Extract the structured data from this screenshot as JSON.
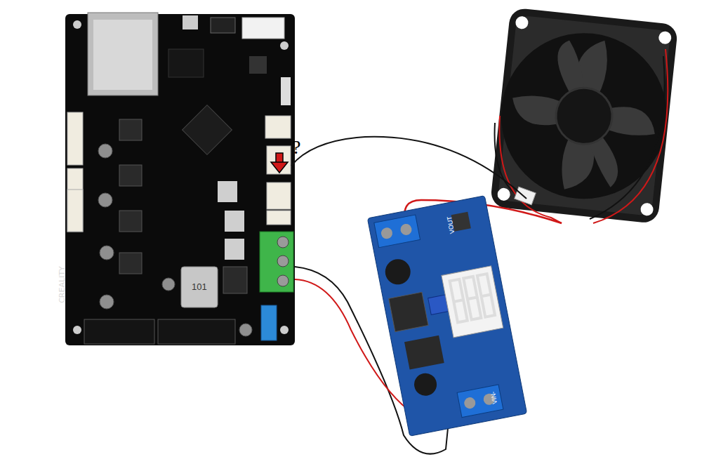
{
  "diagram": {
    "labels": [
      "?",
      "CREALITY",
      "101",
      "VOUT",
      "VIN-"
    ]
  }
}
